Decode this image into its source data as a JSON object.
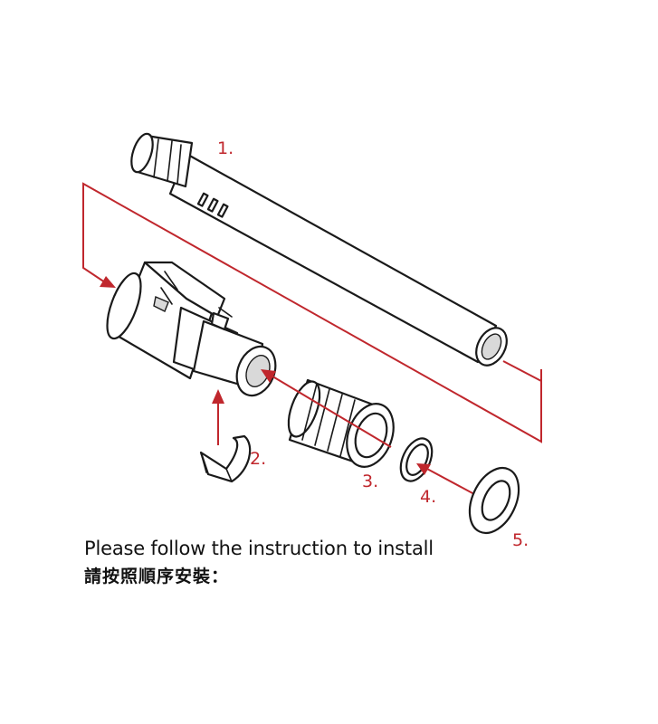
{
  "steps": [
    "1.",
    "2.",
    "3.",
    "4.",
    "5."
  ],
  "caption": {
    "english": "Please follow the instruction to install",
    "chinese": "請按照順序安裝："
  },
  "colors": {
    "accent": "#c0272d",
    "line": "#1a1a1a",
    "background": "#ffffff"
  }
}
